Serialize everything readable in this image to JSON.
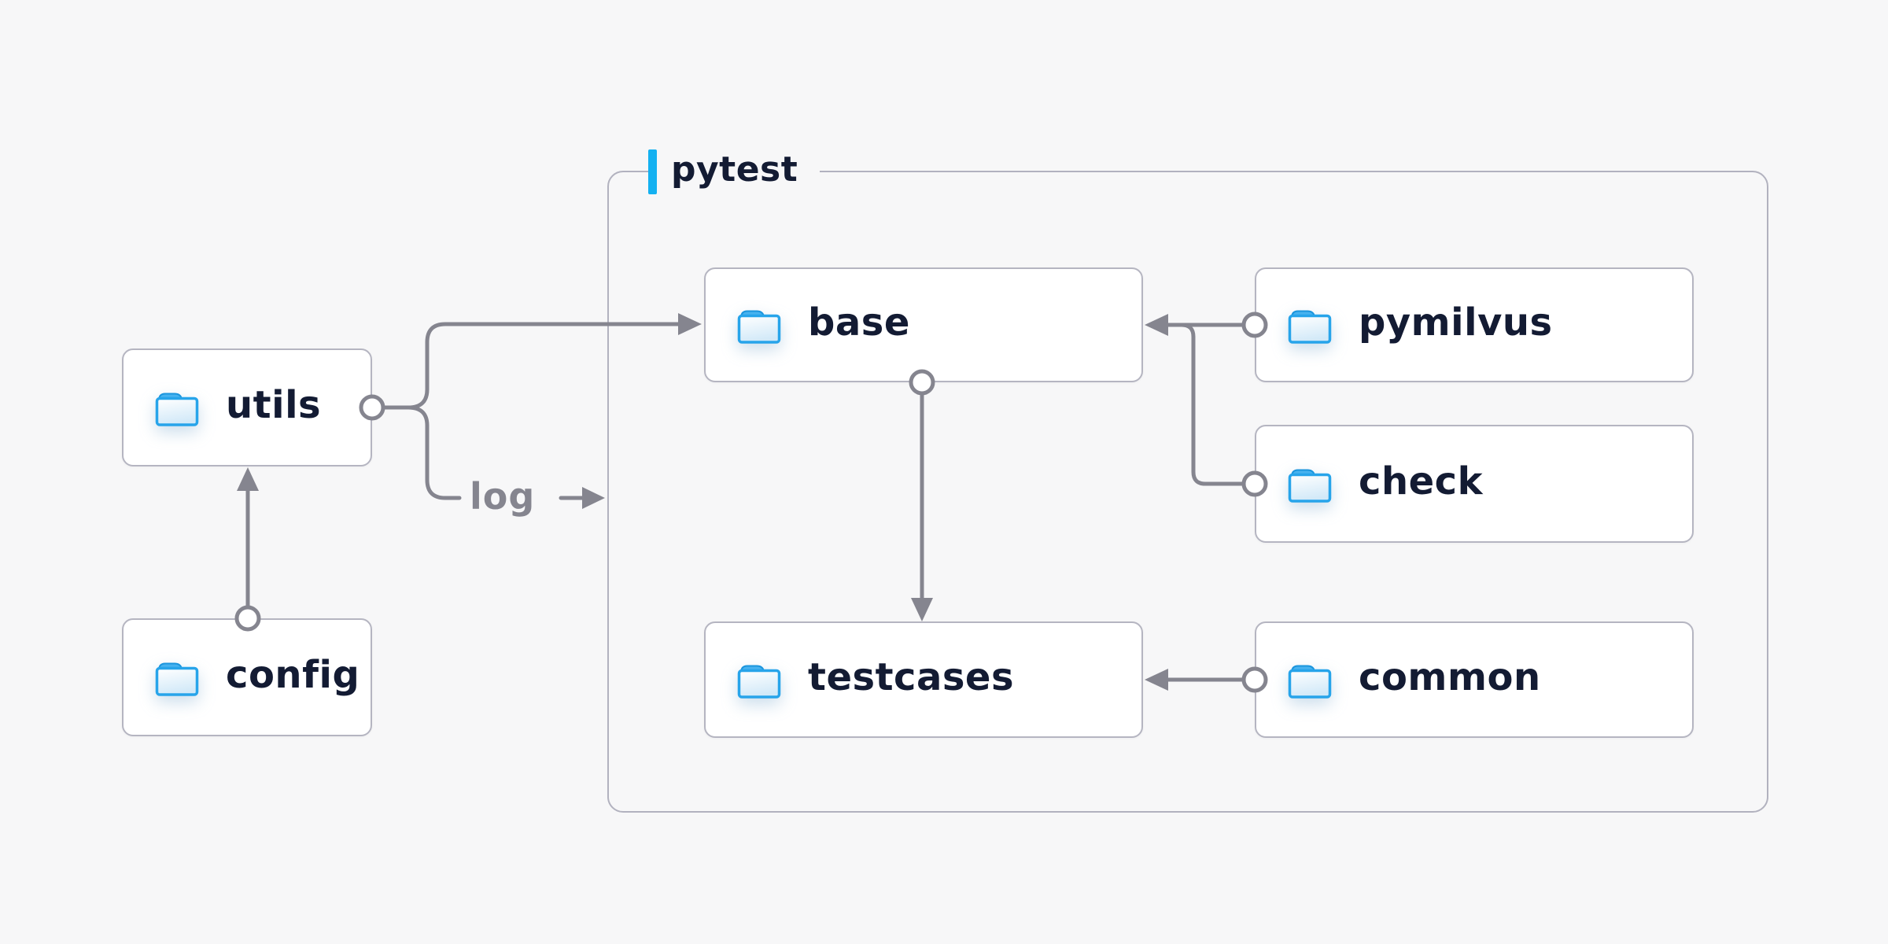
{
  "diagram": {
    "frame": {
      "label": "pytest"
    },
    "nodes": [
      {
        "id": "utils",
        "label": "utils",
        "icon": "folder-icon"
      },
      {
        "id": "config",
        "label": "config",
        "icon": "folder-icon"
      },
      {
        "id": "base",
        "label": "base",
        "icon": "folder-icon"
      },
      {
        "id": "pymilvus",
        "label": "pymilvus",
        "icon": "folder-icon"
      },
      {
        "id": "check",
        "label": "check",
        "icon": "folder-icon"
      },
      {
        "id": "testcases",
        "label": "testcases",
        "icon": "folder-icon"
      },
      {
        "id": "common",
        "label": "common",
        "icon": "folder-icon"
      }
    ],
    "edges": [
      {
        "from": "config",
        "to": "utils",
        "label": ""
      },
      {
        "from": "utils",
        "to": "base",
        "label": ""
      },
      {
        "from": "utils",
        "to": "pytest-frame",
        "label": "log"
      },
      {
        "from": "base",
        "to": "testcases",
        "label": ""
      },
      {
        "from": "pymilvus",
        "to": "base",
        "label": ""
      },
      {
        "from": "check",
        "to": "base",
        "label": ""
      },
      {
        "from": "common",
        "to": "testcases",
        "label": ""
      }
    ],
    "colors": {
      "background": "#f7f7f8",
      "node_fill": "#ffffff",
      "node_border": "#b5b5c1",
      "frame_border": "#b2b2bf",
      "connector": "#85858f",
      "node_text": "#131b33",
      "edge_label_text": "#85858f",
      "accent_bar": "#14b1f1",
      "folder_stroke": "#27a4ea",
      "folder_tab": "#47b2ef"
    }
  }
}
